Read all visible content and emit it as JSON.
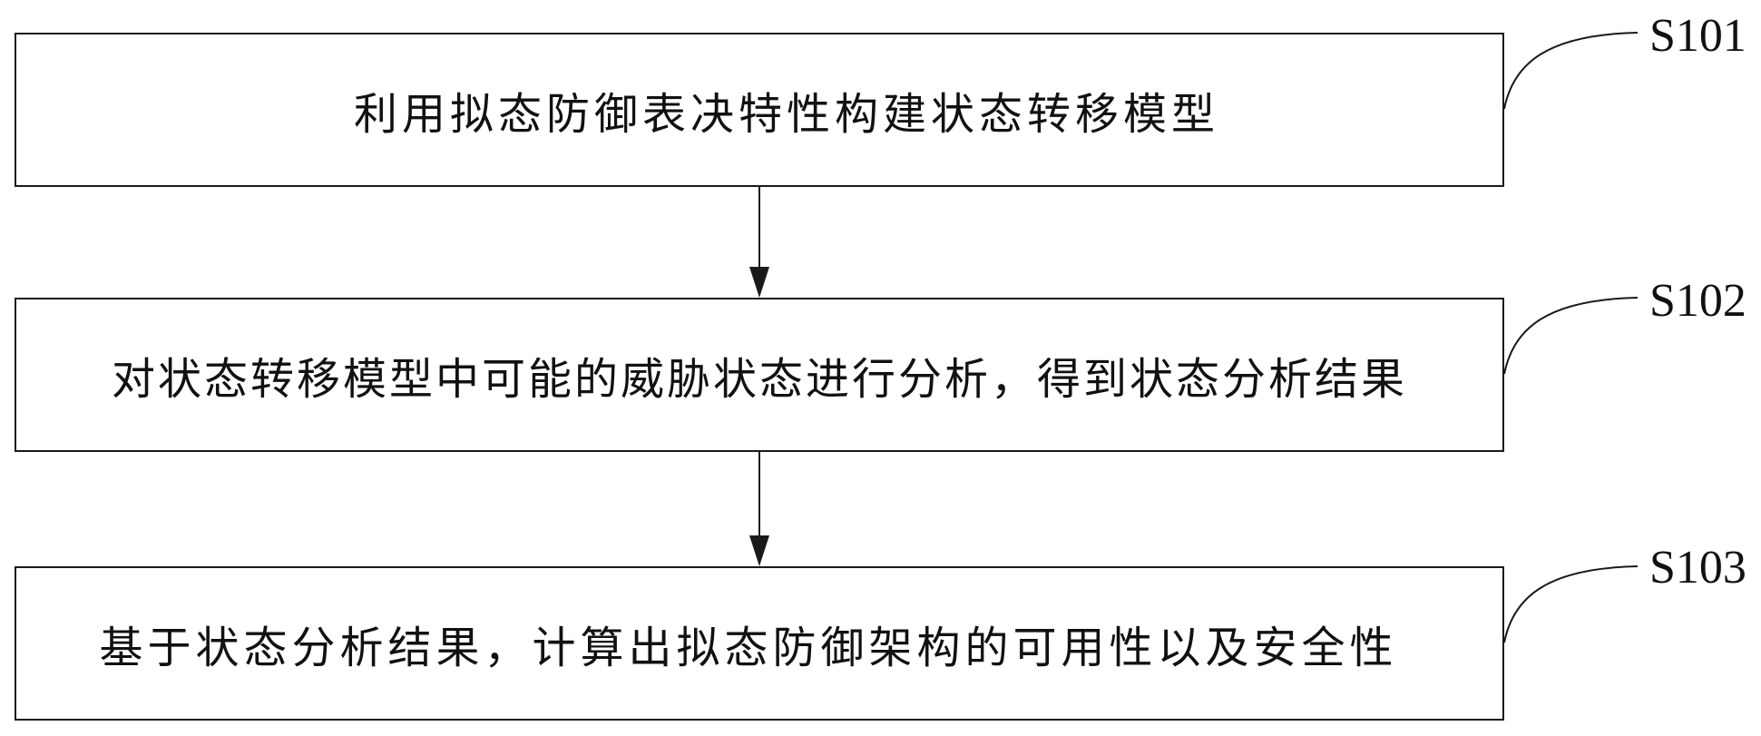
{
  "steps": [
    {
      "id": "S101",
      "text": "利用拟态防御表决特性构建状态转移模型"
    },
    {
      "id": "S102",
      "text": "对状态转移模型中可能的威胁状态进行分析，得到状态分析结果"
    },
    {
      "id": "S103",
      "text": "基于状态分析结果，计算出拟态防御架构的可用性以及安全性"
    }
  ],
  "colors": {
    "line": "#1a1a1a",
    "text": "#111111",
    "background": "#ffffff"
  }
}
